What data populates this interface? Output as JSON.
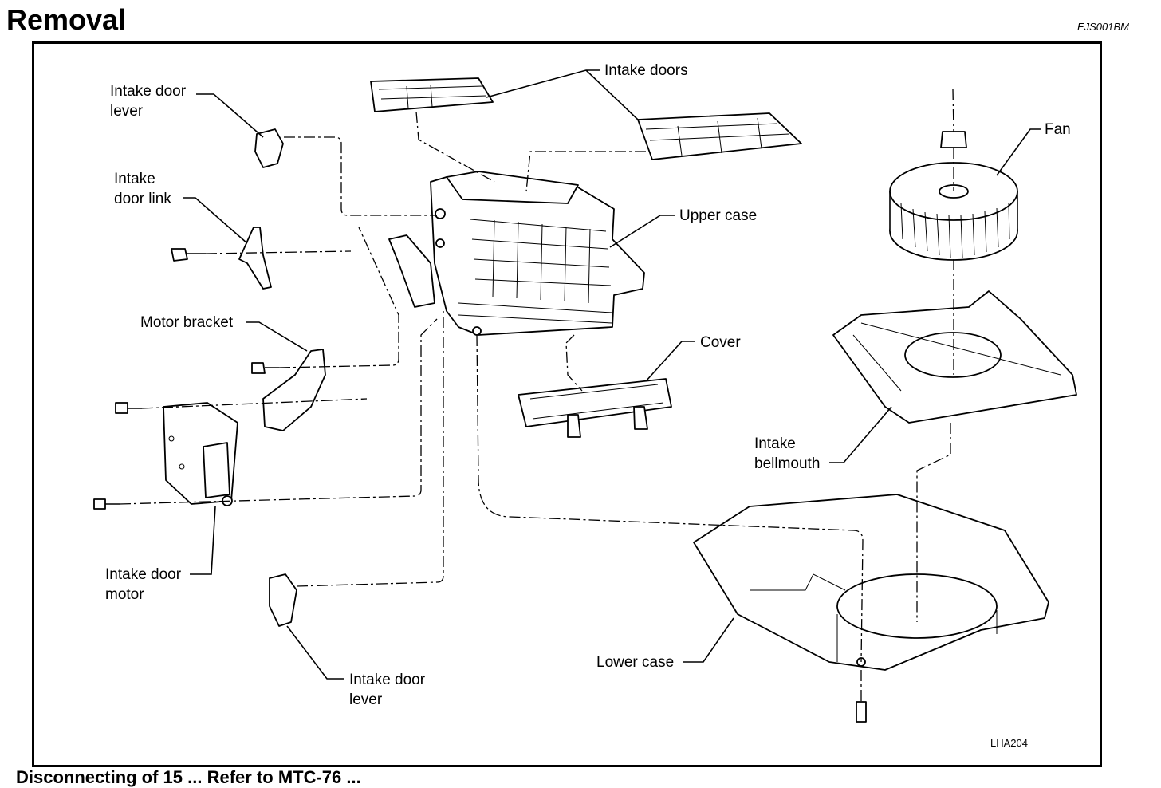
{
  "header": {
    "title": "Removal",
    "code": "EJS001BM"
  },
  "figure_id": "LHA204",
  "footer_text": "Disconnecting of 15 ... Refer to MTC-76 ...",
  "labels": {
    "intake_door_lever_top": "Intake door\nlever",
    "intake_door_link": "Intake\ndoor link",
    "motor_bracket": "Motor bracket",
    "intake_door_motor": "Intake door\nmotor",
    "intake_door_lever_bottom": "Intake door\nlever",
    "intake_doors": "Intake doors",
    "upper_case": "Upper case",
    "cover": "Cover",
    "fan": "Fan",
    "intake_bellmouth": "Intake\nbellmouth",
    "lower_case": "Lower case"
  }
}
